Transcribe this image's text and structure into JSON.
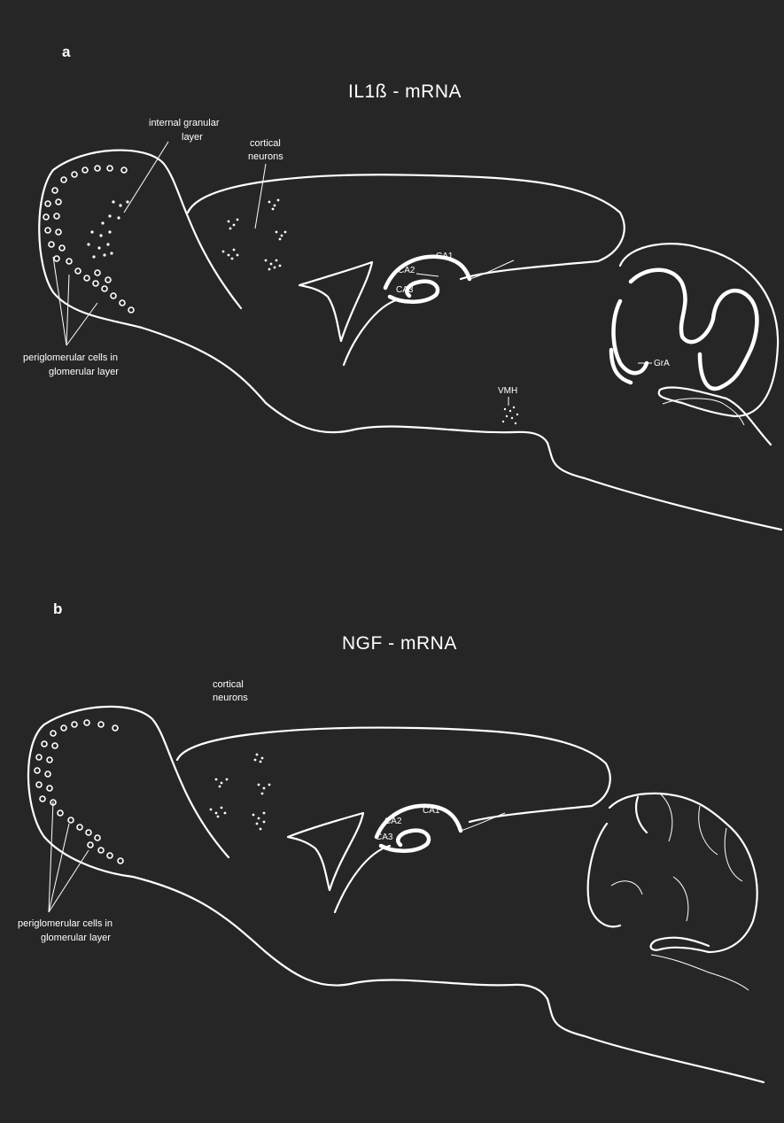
{
  "colors": {
    "background": "#262626",
    "ink": "#ffffff"
  },
  "panel_a": {
    "letter": "a",
    "title": "IL1ß - mRNA",
    "labels": {
      "internal_granular_line1": "internal granular",
      "internal_granular_line2": "layer",
      "cortical_line1": "cortical",
      "cortical_line2": "neurons",
      "periglomerular_line1": "periglomerular cells in",
      "periglomerular_line2": "glomerular layer",
      "ca1": "CA1",
      "ca2": "CA2",
      "ca3": "CA3",
      "gra": "GrA",
      "vmh": "VMH"
    }
  },
  "panel_b": {
    "letter": "b",
    "title": "NGF - mRNA",
    "labels": {
      "cortical_line1": "cortical",
      "cortical_line2": "neurons",
      "periglomerular_line1": "periglomerular cells in",
      "periglomerular_line2": "glomerular layer",
      "ca1": "CA1",
      "ca2": "CA2",
      "ca3": "CA3"
    }
  }
}
